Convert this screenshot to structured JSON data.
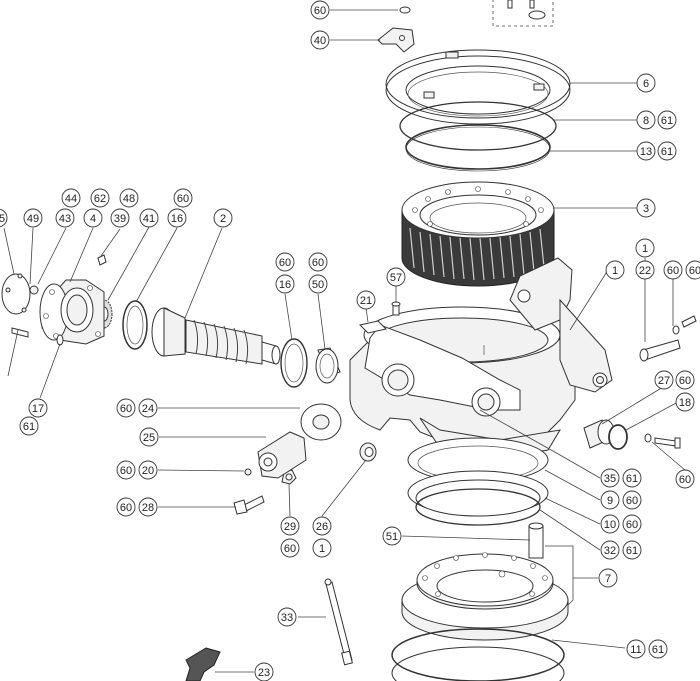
{
  "callouts": [
    {
      "id": "c-60-top",
      "label": "60"
    },
    {
      "id": "c-40",
      "label": "40"
    },
    {
      "id": "c-6",
      "label": "6"
    },
    {
      "id": "c-8",
      "label": "8"
    },
    {
      "id": "c-61-a",
      "label": "61"
    },
    {
      "id": "c-13",
      "label": "13"
    },
    {
      "id": "c-61-b",
      "label": "61"
    },
    {
      "id": "c-3",
      "label": "3"
    },
    {
      "id": "c-1-a",
      "label": "1"
    },
    {
      "id": "c-1-b",
      "label": "1"
    },
    {
      "id": "c-22",
      "label": "22"
    },
    {
      "id": "c-60-r",
      "label": "60"
    },
    {
      "id": "c-60-rr",
      "label": "60"
    },
    {
      "id": "c-27",
      "label": "27"
    },
    {
      "id": "c-60-27",
      "label": "60"
    },
    {
      "id": "c-18",
      "label": "18"
    },
    {
      "id": "c-60-18",
      "label": "60"
    },
    {
      "id": "c-35",
      "label": "35"
    },
    {
      "id": "c-61-35",
      "label": "61"
    },
    {
      "id": "c-9",
      "label": "9"
    },
    {
      "id": "c-60-9",
      "label": "60"
    },
    {
      "id": "c-10",
      "label": "10"
    },
    {
      "id": "c-60-10",
      "label": "60"
    },
    {
      "id": "c-32",
      "label": "32"
    },
    {
      "id": "c-61-32",
      "label": "61"
    },
    {
      "id": "c-7",
      "label": "7"
    },
    {
      "id": "c-51",
      "label": "51"
    },
    {
      "id": "c-11",
      "label": "11"
    },
    {
      "id": "c-61-11",
      "label": "61"
    },
    {
      "id": "c-57",
      "label": "57"
    },
    {
      "id": "c-21",
      "label": "21"
    },
    {
      "id": "c-60-16",
      "label": "60"
    },
    {
      "id": "c-16-m",
      "label": "16"
    },
    {
      "id": "c-60-50",
      "label": "60"
    },
    {
      "id": "c-50",
      "label": "50"
    },
    {
      "id": "c-2",
      "label": "2"
    },
    {
      "id": "c-60-l",
      "label": "60"
    },
    {
      "id": "c-16-l",
      "label": "16"
    },
    {
      "id": "c-48",
      "label": "48"
    },
    {
      "id": "c-62",
      "label": "62"
    },
    {
      "id": "c-44",
      "label": "44"
    },
    {
      "id": "c-39",
      "label": "39"
    },
    {
      "id": "c-41",
      "label": "41"
    },
    {
      "id": "c-43",
      "label": "43"
    },
    {
      "id": "c-4",
      "label": "4"
    },
    {
      "id": "c-49",
      "label": "49"
    },
    {
      "id": "c-5",
      "label": "5"
    },
    {
      "id": "c-17",
      "label": "17"
    },
    {
      "id": "c-61-17",
      "label": "61"
    },
    {
      "id": "c-60-24",
      "label": "60"
    },
    {
      "id": "c-24",
      "label": "24"
    },
    {
      "id": "c-25",
      "label": "25"
    },
    {
      "id": "c-60-20",
      "label": "60"
    },
    {
      "id": "c-20",
      "label": "20"
    },
    {
      "id": "c-60-28",
      "label": "60"
    },
    {
      "id": "c-28",
      "label": "28"
    },
    {
      "id": "c-29",
      "label": "29"
    },
    {
      "id": "c-60-29",
      "label": "60"
    },
    {
      "id": "c-26",
      "label": "26"
    },
    {
      "id": "c-1-26",
      "label": "1"
    },
    {
      "id": "c-33",
      "label": "33"
    },
    {
      "id": "c-23",
      "label": "23"
    }
  ]
}
